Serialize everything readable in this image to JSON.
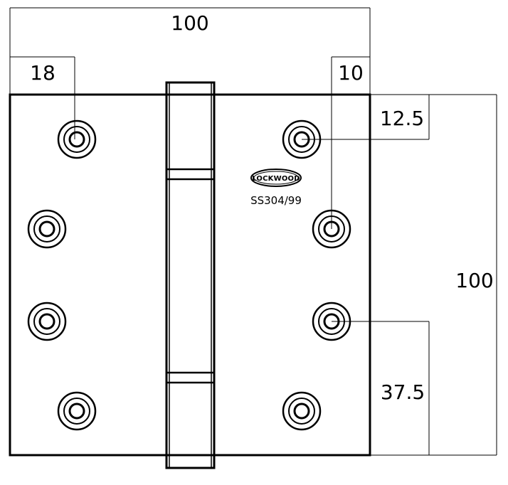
{
  "dimensions": {
    "overall_width": "100",
    "left_hole_offset": "18",
    "right_hole_offset": "10",
    "top_hole_offset": "12.5",
    "overall_height": "100",
    "bottom_hole_offset": "37.5"
  },
  "brand": {
    "logo_text": "LOCKWOOD",
    "model": "SS304/99"
  },
  "colors": {
    "line": "#000000",
    "background": "#ffffff"
  }
}
